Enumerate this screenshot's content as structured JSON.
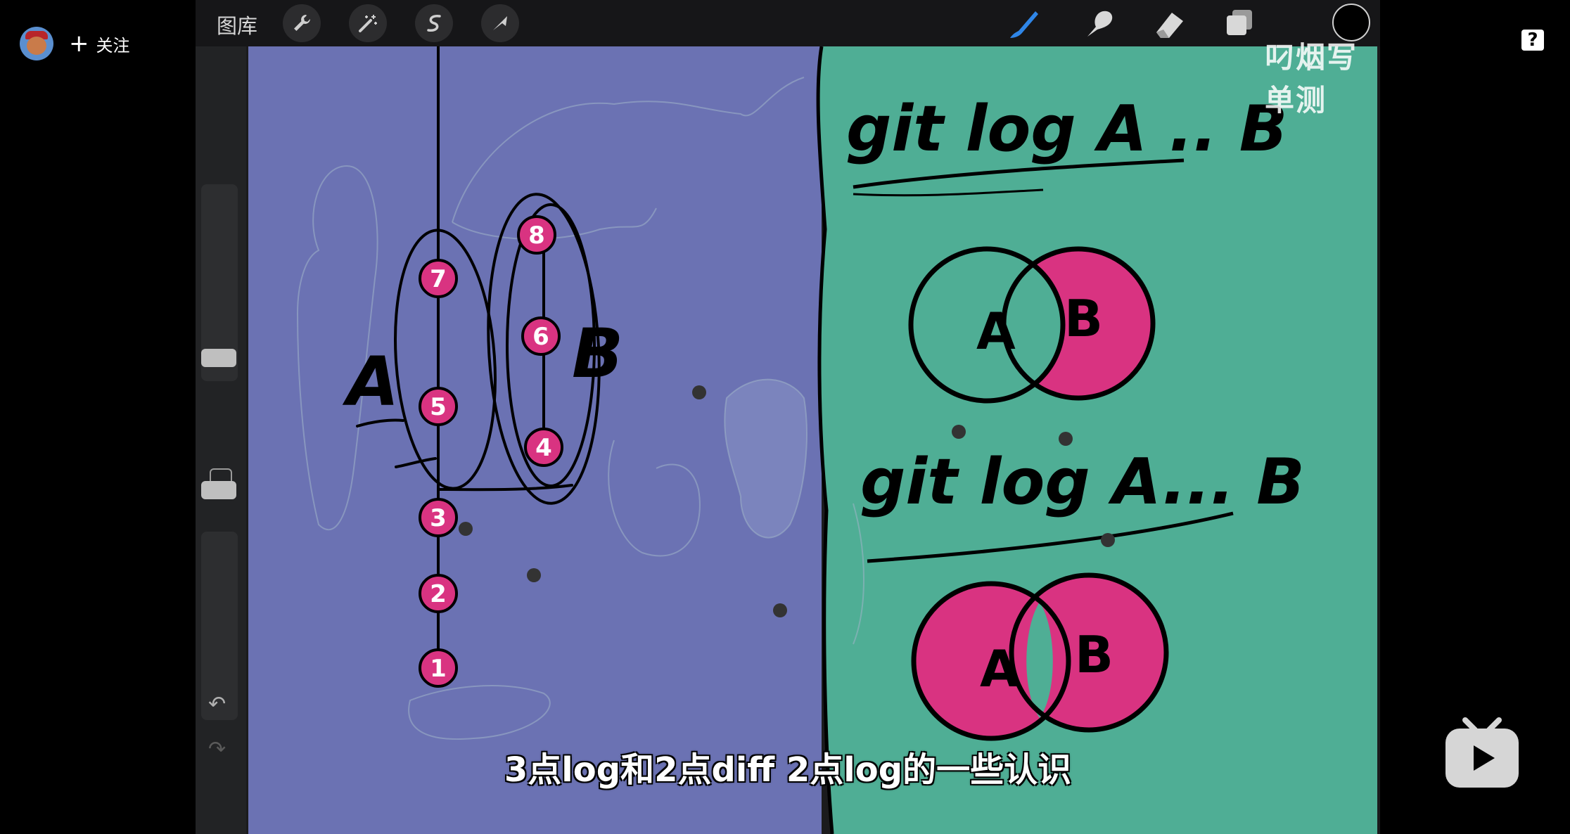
{
  "uploader": {
    "follow_label": "关注"
  },
  "toolbar": {
    "gallery_label": "图库"
  },
  "watermark": {
    "channel_name": "叼烟写单测",
    "logo_text": "bilibili"
  },
  "subtitle": "3点log和2点diff 2点log的一些认识",
  "drawing": {
    "left_panel_color": "#6b72b3",
    "right_panel_color": "#4fae95",
    "accent_color": "#d93381",
    "commit_nodes": [
      "1",
      "2",
      "3",
      "4",
      "5",
      "6",
      "7",
      "8"
    ],
    "branch_labels": {
      "a": "A",
      "b": "B"
    },
    "commands": [
      "git log A .. B",
      "git log A... B"
    ],
    "venn1_labels": [
      "A",
      "B"
    ],
    "venn2_labels": [
      "A",
      "B"
    ]
  },
  "icons": [
    "wrench-icon",
    "magic-wand-icon",
    "selection-icon",
    "transform-arrow-icon",
    "brush-icon",
    "smudge-icon",
    "eraser-icon",
    "layers-icon",
    "undo-icon",
    "redo-icon",
    "help-icon",
    "tv-icon"
  ]
}
